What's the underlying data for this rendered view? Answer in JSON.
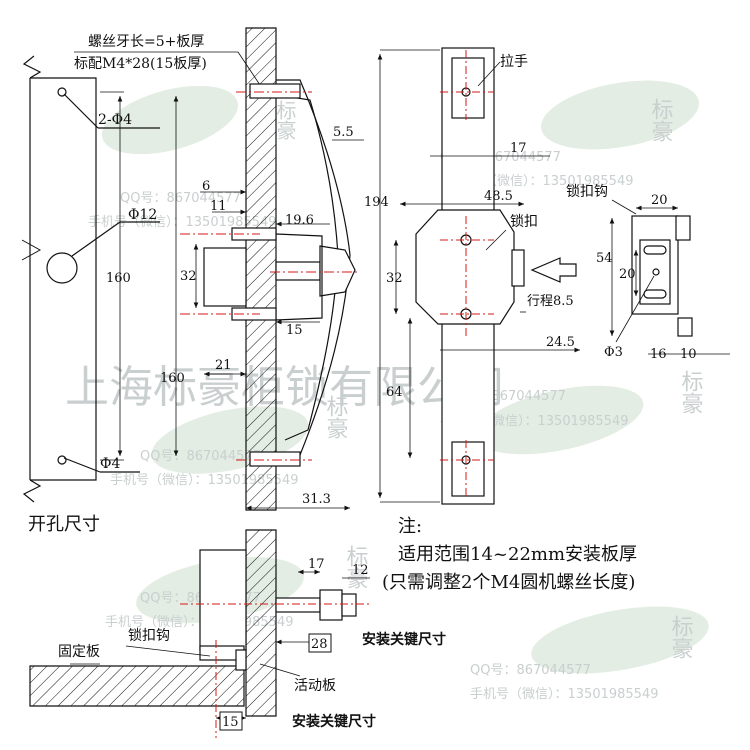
{
  "colors": {
    "line": "#111111",
    "centerline": "#d21a1a",
    "watermark": "#c9cfcf",
    "leaf": "#cfe1cf"
  },
  "hole_view": {
    "title": "开孔尺寸",
    "screw_thread_note": "螺丝牙长=5+板厚",
    "screw_spec_note": "标配M4*28(15板厚)",
    "hole_top": "2-Φ4",
    "hole_center": "Φ12",
    "hole_bottom": "Φ4",
    "height": "160"
  },
  "side_view": {
    "dims": {
      "d55": "5.5",
      "d6": "6",
      "d11": "11",
      "d196": "19.6",
      "d32": "32",
      "d15": "15",
      "d21": "21",
      "d160": "160",
      "d313": "31.3"
    }
  },
  "front_view": {
    "handle": "拉手",
    "lock": "锁扣",
    "dims": {
      "d194": "194",
      "d17": "17",
      "d485": "48.5",
      "d32": "32",
      "travel": "行程8.5",
      "d245": "24.5",
      "d64": "64"
    }
  },
  "hook_view": {
    "label": "锁扣钩",
    "dims": {
      "d20a": "20",
      "d54": "54",
      "d20b": "20",
      "phi3": "Φ3",
      "d16": "16",
      "d10": "10"
    }
  },
  "notes": {
    "title": "注:",
    "line1": "适用范围14~22mm安装板厚",
    "line2": "(只需调整2个M4圆机螺丝长度)"
  },
  "install_view": {
    "d17": "17",
    "d12": "12",
    "d28": "28",
    "d15": "15",
    "hook": "锁扣钩",
    "fixed_plate": "固定板",
    "movable_plate": "活动板",
    "key_size_1": "安装关键尺寸",
    "key_size_2": "安装关键尺寸"
  },
  "watermark": {
    "company": "上海标豪柜锁有限公司",
    "qq": "QQ号：867044577",
    "mobile": "手机号（微信）：13501985549",
    "brand": "标豪"
  }
}
